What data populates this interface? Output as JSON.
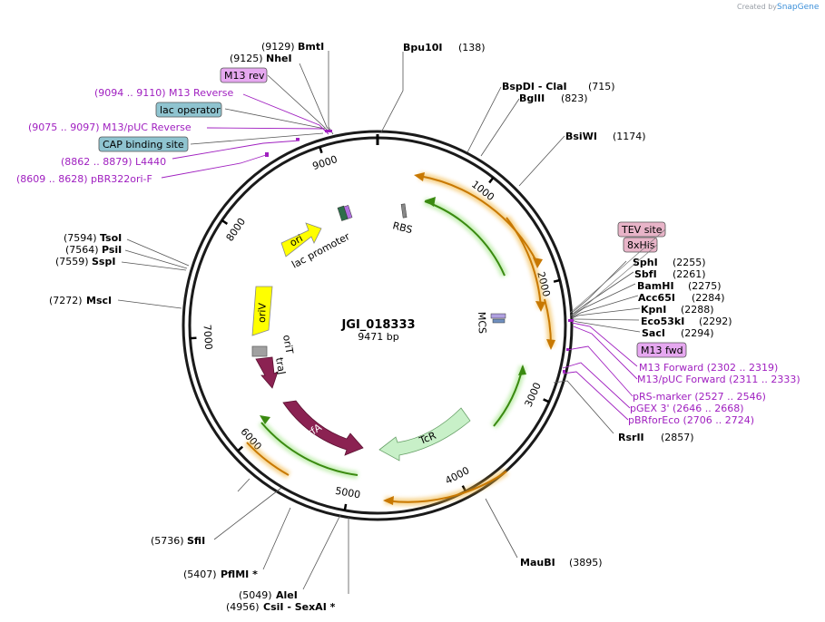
{
  "watermark": {
    "prefix": "Created by",
    "brand": "SnapGene"
  },
  "plasmid": {
    "name": "JGI_018333",
    "length_label": "9471 bp",
    "length": 9471
  },
  "ticks": [
    "1000",
    "2000",
    "3000",
    "4000",
    "5000",
    "6000",
    "7000",
    "8000",
    "9000"
  ],
  "sites": [
    {
      "pos": "(9129)",
      "name": "BmtI"
    },
    {
      "pos": "(9125)",
      "name": "NheI"
    },
    {
      "name": "Bpu10I",
      "pos": "(138)"
    },
    {
      "name": "BspDI",
      "name2": " - ClaI",
      "pos": "(715)"
    },
    {
      "name": "BglII",
      "pos": "(823)"
    },
    {
      "name": "BsiWI",
      "pos": "(1174)"
    },
    {
      "name": "SphI",
      "pos": "(2255)"
    },
    {
      "name": "SbfI",
      "pos": "(2261)"
    },
    {
      "name": "BamHI",
      "pos": "(2275)"
    },
    {
      "name": "Acc65I",
      "pos": "(2284)"
    },
    {
      "name": "KpnI",
      "pos": "(2288)"
    },
    {
      "name": "Eco53kI",
      "pos": "(2292)"
    },
    {
      "name": "SacI",
      "pos": "(2294)"
    },
    {
      "name": "RsrII",
      "pos": "(2857)"
    },
    {
      "name": "MauBI",
      "pos": "(3895)"
    },
    {
      "pos": "(5736)",
      "name": "SfiI"
    },
    {
      "pos": "(5407)",
      "name": "PflMI *"
    },
    {
      "pos": "(5049)",
      "name": "AleI"
    },
    {
      "pos": "(4956)",
      "name": "CsiI",
      "name2": " - SexAI *"
    },
    {
      "pos": "(7272)",
      "name": "MscI"
    },
    {
      "pos": "(7594)",
      "name": "TsoI"
    },
    {
      "pos": "(7564)",
      "name": "PsiI"
    },
    {
      "pos": "(7559)",
      "name": "SspI"
    }
  ],
  "primers": [
    {
      "text": "(9094 .. 9110)  M13 Reverse"
    },
    {
      "text": "(9075 .. 9097)  M13/pUC Reverse"
    },
    {
      "text": "(8862 .. 8879)  L4440"
    },
    {
      "text": "(8609 .. 8628)  pBR322ori-F"
    },
    {
      "text": "M13 Forward    (2302 .. 2319)"
    },
    {
      "text": "M13/pUC Forward    (2311 .. 2333)"
    },
    {
      "text": "pRS-marker    (2527 .. 2546)"
    },
    {
      "text": "pGEX 3'    (2646 .. 2668)"
    },
    {
      "text": "pBRforEco    (2706 .. 2724)"
    }
  ],
  "boxed_features": [
    {
      "text": "M13 rev",
      "color": "#e6a8f0"
    },
    {
      "text": "lac operator",
      "color": "#8fc4d0"
    },
    {
      "text": "CAP binding site",
      "color": "#8fc4d0"
    },
    {
      "text": "TEV site",
      "color": "#e8b4c8"
    },
    {
      "text": "8xHis",
      "color": "#e8b4c8"
    },
    {
      "text": "M13 fwd",
      "color": "#e6a8f0"
    }
  ],
  "inner_features": [
    {
      "text": "ori",
      "color": "#ffff00"
    },
    {
      "text": "oriV",
      "color": "#ffff00"
    },
    {
      "text": "oriT",
      "color": "#a0a0a0"
    },
    {
      "text": "traJ",
      "color": "#8b2252"
    },
    {
      "text": "trfA",
      "color": "#8b2252"
    },
    {
      "text": "TcR",
      "color": "#c8f0c8"
    },
    {
      "text": "lac promoter"
    },
    {
      "text": "RBS"
    },
    {
      "text": "MCS"
    }
  ]
}
